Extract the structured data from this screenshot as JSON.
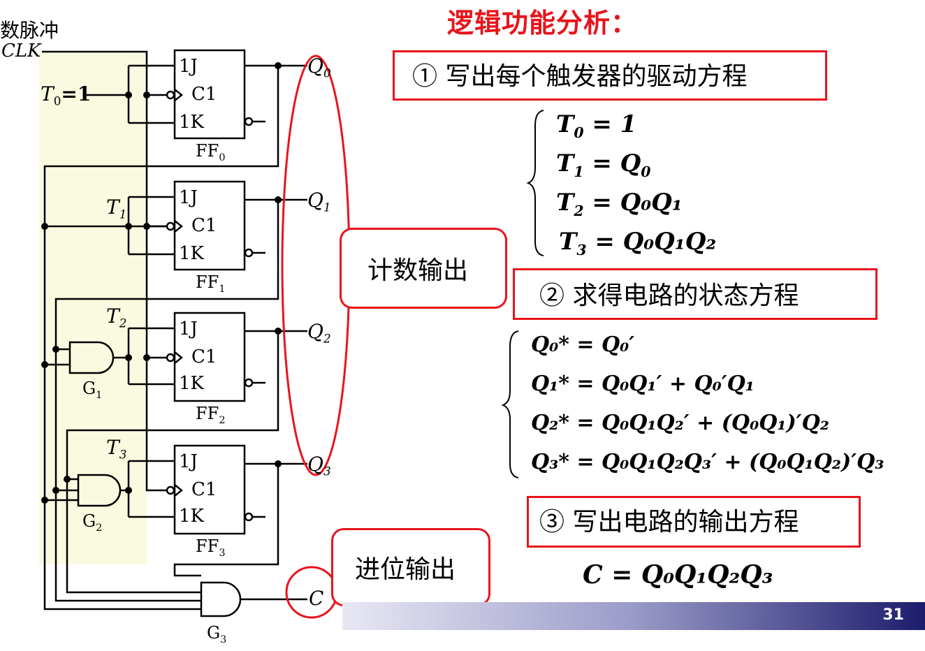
{
  "title": "逻辑功能分析：",
  "clock_label_line1": "数脉冲",
  "clock_label_line2": "CLK",
  "step1": "① 写出每个触发器的驱动方程",
  "step2": "② 求得电路的状态方程",
  "step3": "③ 写出电路的输出方程",
  "count_output": "计数输出",
  "carry_output": "进位输出",
  "page_number": "31",
  "circuit": {
    "t0_label": "T",
    "t0_sub": "0",
    "t0_val": "=1",
    "t1": "T",
    "t1_sub": "1",
    "t2": "T",
    "t2_sub": "2",
    "t3": "T",
    "t3_sub": "3",
    "ff_pins": [
      "1J",
      "C1",
      "1K"
    ],
    "ff_names": [
      "FF",
      "FF",
      "FF",
      "FF"
    ],
    "ff_subs": [
      "0",
      "1",
      "2",
      "3"
    ],
    "q_labels": [
      "Q",
      "Q",
      "Q",
      "Q"
    ],
    "q_subs": [
      "0",
      "1",
      "2",
      "3"
    ],
    "gates": [
      "G",
      "G",
      "G"
    ],
    "gate_subs": [
      "1",
      "2",
      "3"
    ],
    "c_label": "C"
  },
  "drive_equations": [
    {
      "lhs": "T",
      "lhs_sub": "0",
      "rhs": " = 1"
    },
    {
      "lhs": "T",
      "lhs_sub": "1",
      "rhs": " = Q",
      "rhs_sub": "0"
    },
    {
      "lhs": "T",
      "lhs_sub": "2",
      "rhs": " = Q₀Q₁"
    },
    {
      "lhs": "T",
      "lhs_sub": "3",
      "rhs": " = Q₀Q₁Q₂"
    }
  ],
  "state_equations": [
    "Q₀* = Q₀′",
    "Q₁* = Q₀Q₁′ + Q₀′Q₁",
    "Q₂* = Q₀Q₁Q₂′ + (Q₀Q₁)′Q₂",
    "Q₃* = Q₀Q₁Q₂Q₃′ + (Q₀Q₁Q₂)′Q₃"
  ],
  "output_equation": "C = Q₀Q₁Q₂Q₃",
  "colors": {
    "accent": "#e8141c",
    "highlight": "#fbfbe0"
  }
}
